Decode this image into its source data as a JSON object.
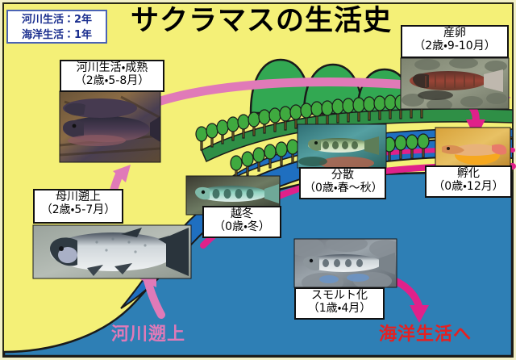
{
  "title": "サクラマスの生活史",
  "info_box": {
    "line1": "河川生活：2年",
    "line2": "海洋生活：1年",
    "text_color": "#1b2f8f",
    "border_color": "#4a63b5"
  },
  "colors": {
    "land_yellow": "#f4f077",
    "ocean_blue": "#2e7fb5",
    "river_blue": "#1f6fc0",
    "tree_green": "#3faa3f",
    "mountain_green": "#32a852",
    "arrow_pink": "#e07ab8",
    "arrow_magenta": "#e0218a",
    "band_magenta": "#e0218a",
    "outline_black": "#1a1a1a",
    "frame_cream": "#f2f0c8",
    "sea_label_red": "#e62020"
  },
  "stages": [
    {
      "id": "kasen-seijuku",
      "line1": "河川生活・成熟",
      "line2": "（2歳・5-8月）",
      "photo_alt": "成熟したサクラマス（婚姻色）"
    },
    {
      "id": "sanran",
      "line1": "産卵",
      "line2": "（2歳・9-10月）",
      "photo_alt": "産卵中のサクラマス"
    },
    {
      "id": "fuka",
      "line1": "孵化",
      "line2": "（0歳・12月）",
      "photo_alt": "孵化した仔魚"
    },
    {
      "id": "bunsan",
      "line1": "分散",
      "line2": "（0歳・春～秋）",
      "photo_alt": "分散する稚魚"
    },
    {
      "id": "ettou",
      "line1": "越冬",
      "line2": "（0歳・冬）",
      "photo_alt": "越冬する幼魚"
    },
    {
      "id": "smolt",
      "line1": "スモルト化",
      "line2": "（1歳・4月）",
      "photo_alt": "スモルト化した個体"
    },
    {
      "id": "bosen-sojo",
      "line1": "母川遡上",
      "line2": "（2歳・5-7月）",
      "photo_alt": "母川に遡上する銀毛のサクラマス"
    }
  ],
  "water_captions": {
    "river": "河川遡上",
    "sea": "海洋生活へ"
  }
}
